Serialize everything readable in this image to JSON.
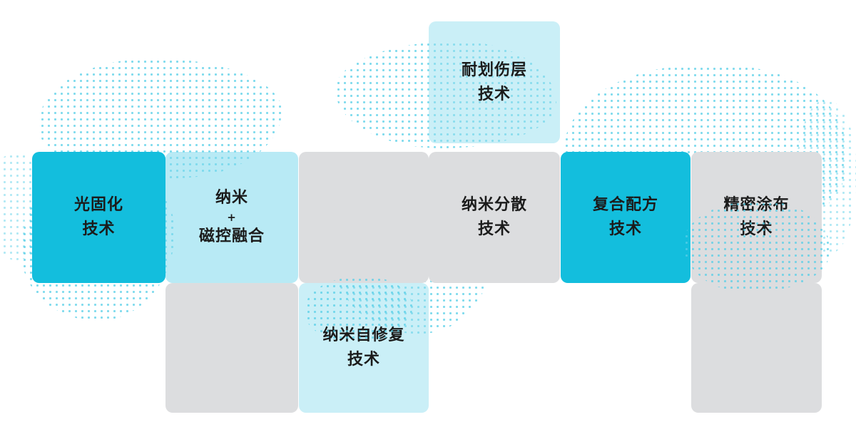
{
  "colors": {
    "accent": "#13bedd",
    "tile_gray": "#dcdddf",
    "dot": "#57cfe8",
    "text": "#1b1b1b"
  },
  "diagram": {
    "tiles": [
      {
        "name": "scratch-resistant-layer-technology",
        "lines": [
          "耐划伤层",
          "技术"
        ]
      },
      {
        "name": "photocuring-technology",
        "lines": [
          "光固化",
          "技术"
        ]
      },
      {
        "name": "nano-magnetron-fusion",
        "lines": [
          "纳米",
          "+",
          "磁控融合"
        ]
      },
      {
        "name": "empty-tile-1",
        "lines": []
      },
      {
        "name": "nano-dispersion-technology",
        "lines": [
          "纳米分散",
          "技术"
        ]
      },
      {
        "name": "composite-formula-technology",
        "lines": [
          "复合配方",
          "技术"
        ]
      },
      {
        "name": "precision-coating-technology",
        "lines": [
          "精密涂布",
          "技术"
        ]
      },
      {
        "name": "empty-tile-2",
        "lines": []
      },
      {
        "name": "nano-self-repair-technology",
        "lines": [
          "纳米自修复",
          "技术"
        ]
      },
      {
        "name": "empty-tile-3",
        "lines": []
      }
    ]
  }
}
